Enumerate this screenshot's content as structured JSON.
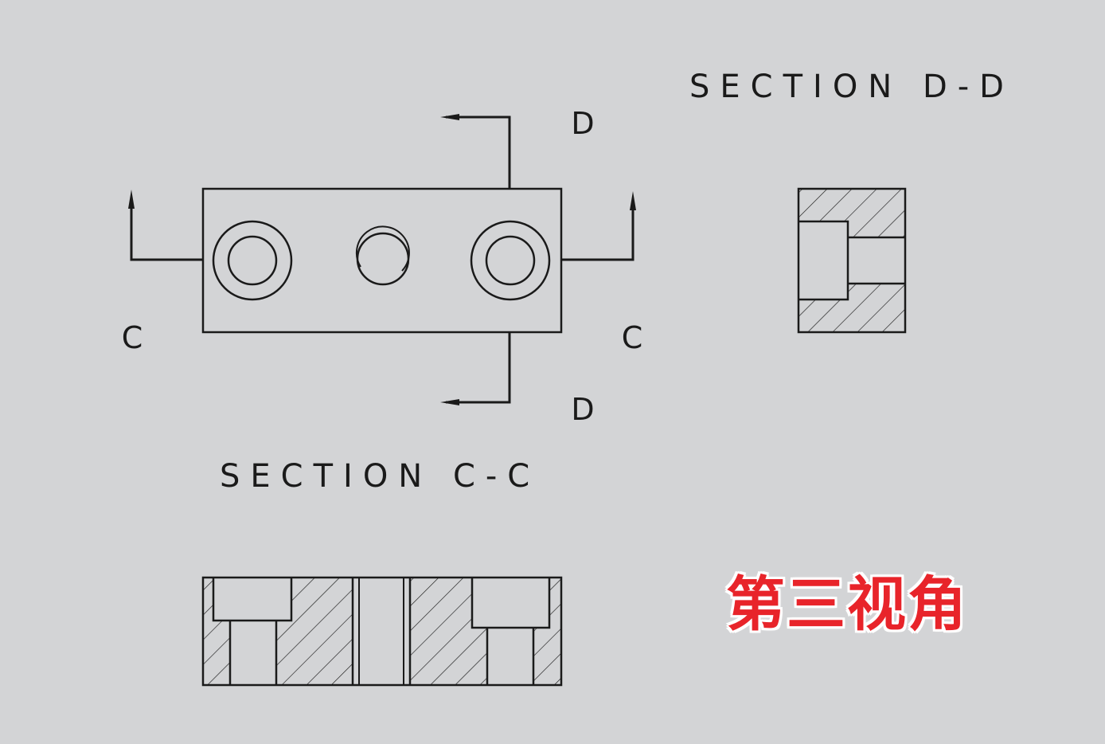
{
  "labels": {
    "section_dd": "SECTION D-D",
    "section_cc": "SECTION C-C",
    "cut_d_top": "D",
    "cut_d_bottom": "D",
    "cut_c_left": "C",
    "cut_c_right": "C",
    "view_badge": "第三视角"
  },
  "colors": {
    "background": "#d3d4d6",
    "line": "#1a1a1a",
    "badge_text": "#e8242a",
    "badge_outline": "#ffffff"
  }
}
